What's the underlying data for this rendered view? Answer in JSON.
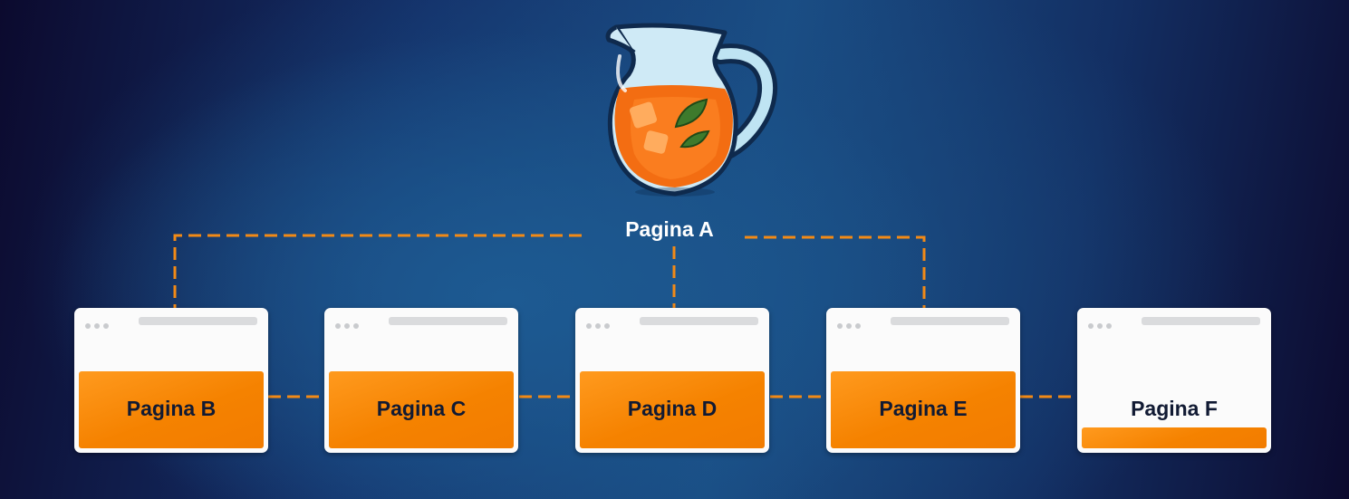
{
  "root": {
    "label": "Pagina A"
  },
  "pages": [
    {
      "label": "Pagina B"
    },
    {
      "label": "Pagina C"
    },
    {
      "label": "Pagina D"
    },
    {
      "label": "Pagina E"
    },
    {
      "label": "Pagina F"
    }
  ],
  "colors": {
    "connector": "#f28a16",
    "fill": "#f58200",
    "label": "#111a33"
  },
  "icons": {
    "root": "juice-pitcher-icon"
  }
}
